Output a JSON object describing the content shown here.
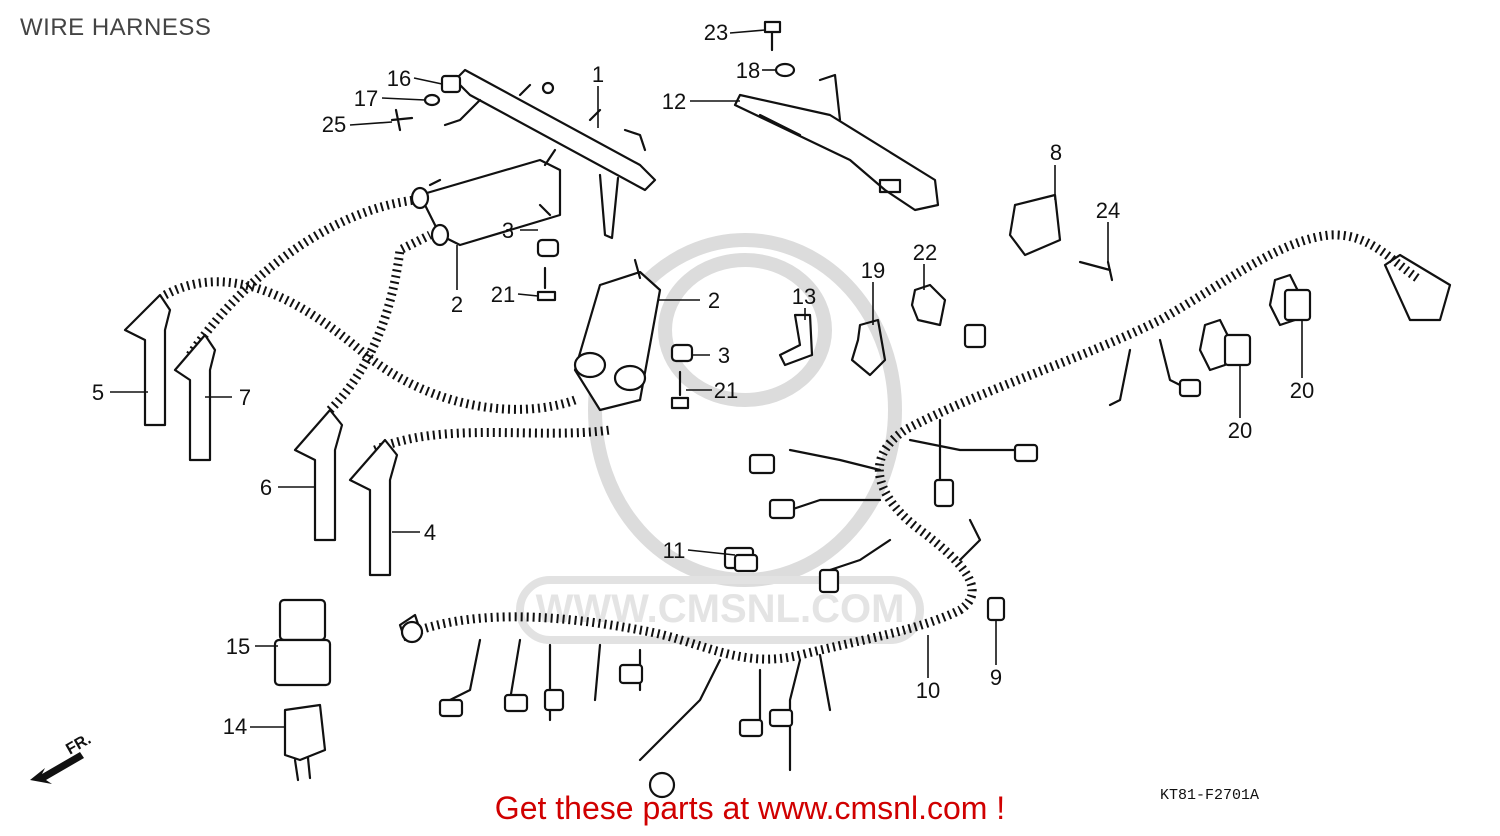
{
  "title": "WIRE HARNESS",
  "promo_text": "Get these parts at www.cmsnl.com !",
  "diagram_code": "KT81-F2701A",
  "front_label": "FR.",
  "watermark_text": "WWW.CMSNL.COM",
  "colors": {
    "promo": "#d00000",
    "line": "#111111",
    "watermark": "#dcdcdc"
  },
  "callouts": [
    {
      "id": "1",
      "label": "1"
    },
    {
      "id": "2a",
      "label": "2"
    },
    {
      "id": "2b",
      "label": "2"
    },
    {
      "id": "3a",
      "label": "3"
    },
    {
      "id": "3b",
      "label": "3"
    },
    {
      "id": "4",
      "label": "4"
    },
    {
      "id": "5",
      "label": "5"
    },
    {
      "id": "6",
      "label": "6"
    },
    {
      "id": "7",
      "label": "7"
    },
    {
      "id": "8",
      "label": "8"
    },
    {
      "id": "9",
      "label": "9"
    },
    {
      "id": "10",
      "label": "10"
    },
    {
      "id": "11",
      "label": "11"
    },
    {
      "id": "12",
      "label": "12"
    },
    {
      "id": "13",
      "label": "13"
    },
    {
      "id": "14",
      "label": "14"
    },
    {
      "id": "15",
      "label": "15"
    },
    {
      "id": "16",
      "label": "16"
    },
    {
      "id": "17",
      "label": "17"
    },
    {
      "id": "18",
      "label": "18"
    },
    {
      "id": "19",
      "label": "19"
    },
    {
      "id": "20a",
      "label": "20"
    },
    {
      "id": "20b",
      "label": "20"
    },
    {
      "id": "21a",
      "label": "21"
    },
    {
      "id": "21b",
      "label": "21"
    },
    {
      "id": "22",
      "label": "22"
    },
    {
      "id": "23",
      "label": "23"
    },
    {
      "id": "24",
      "label": "24"
    },
    {
      "id": "25",
      "label": "25"
    }
  ]
}
